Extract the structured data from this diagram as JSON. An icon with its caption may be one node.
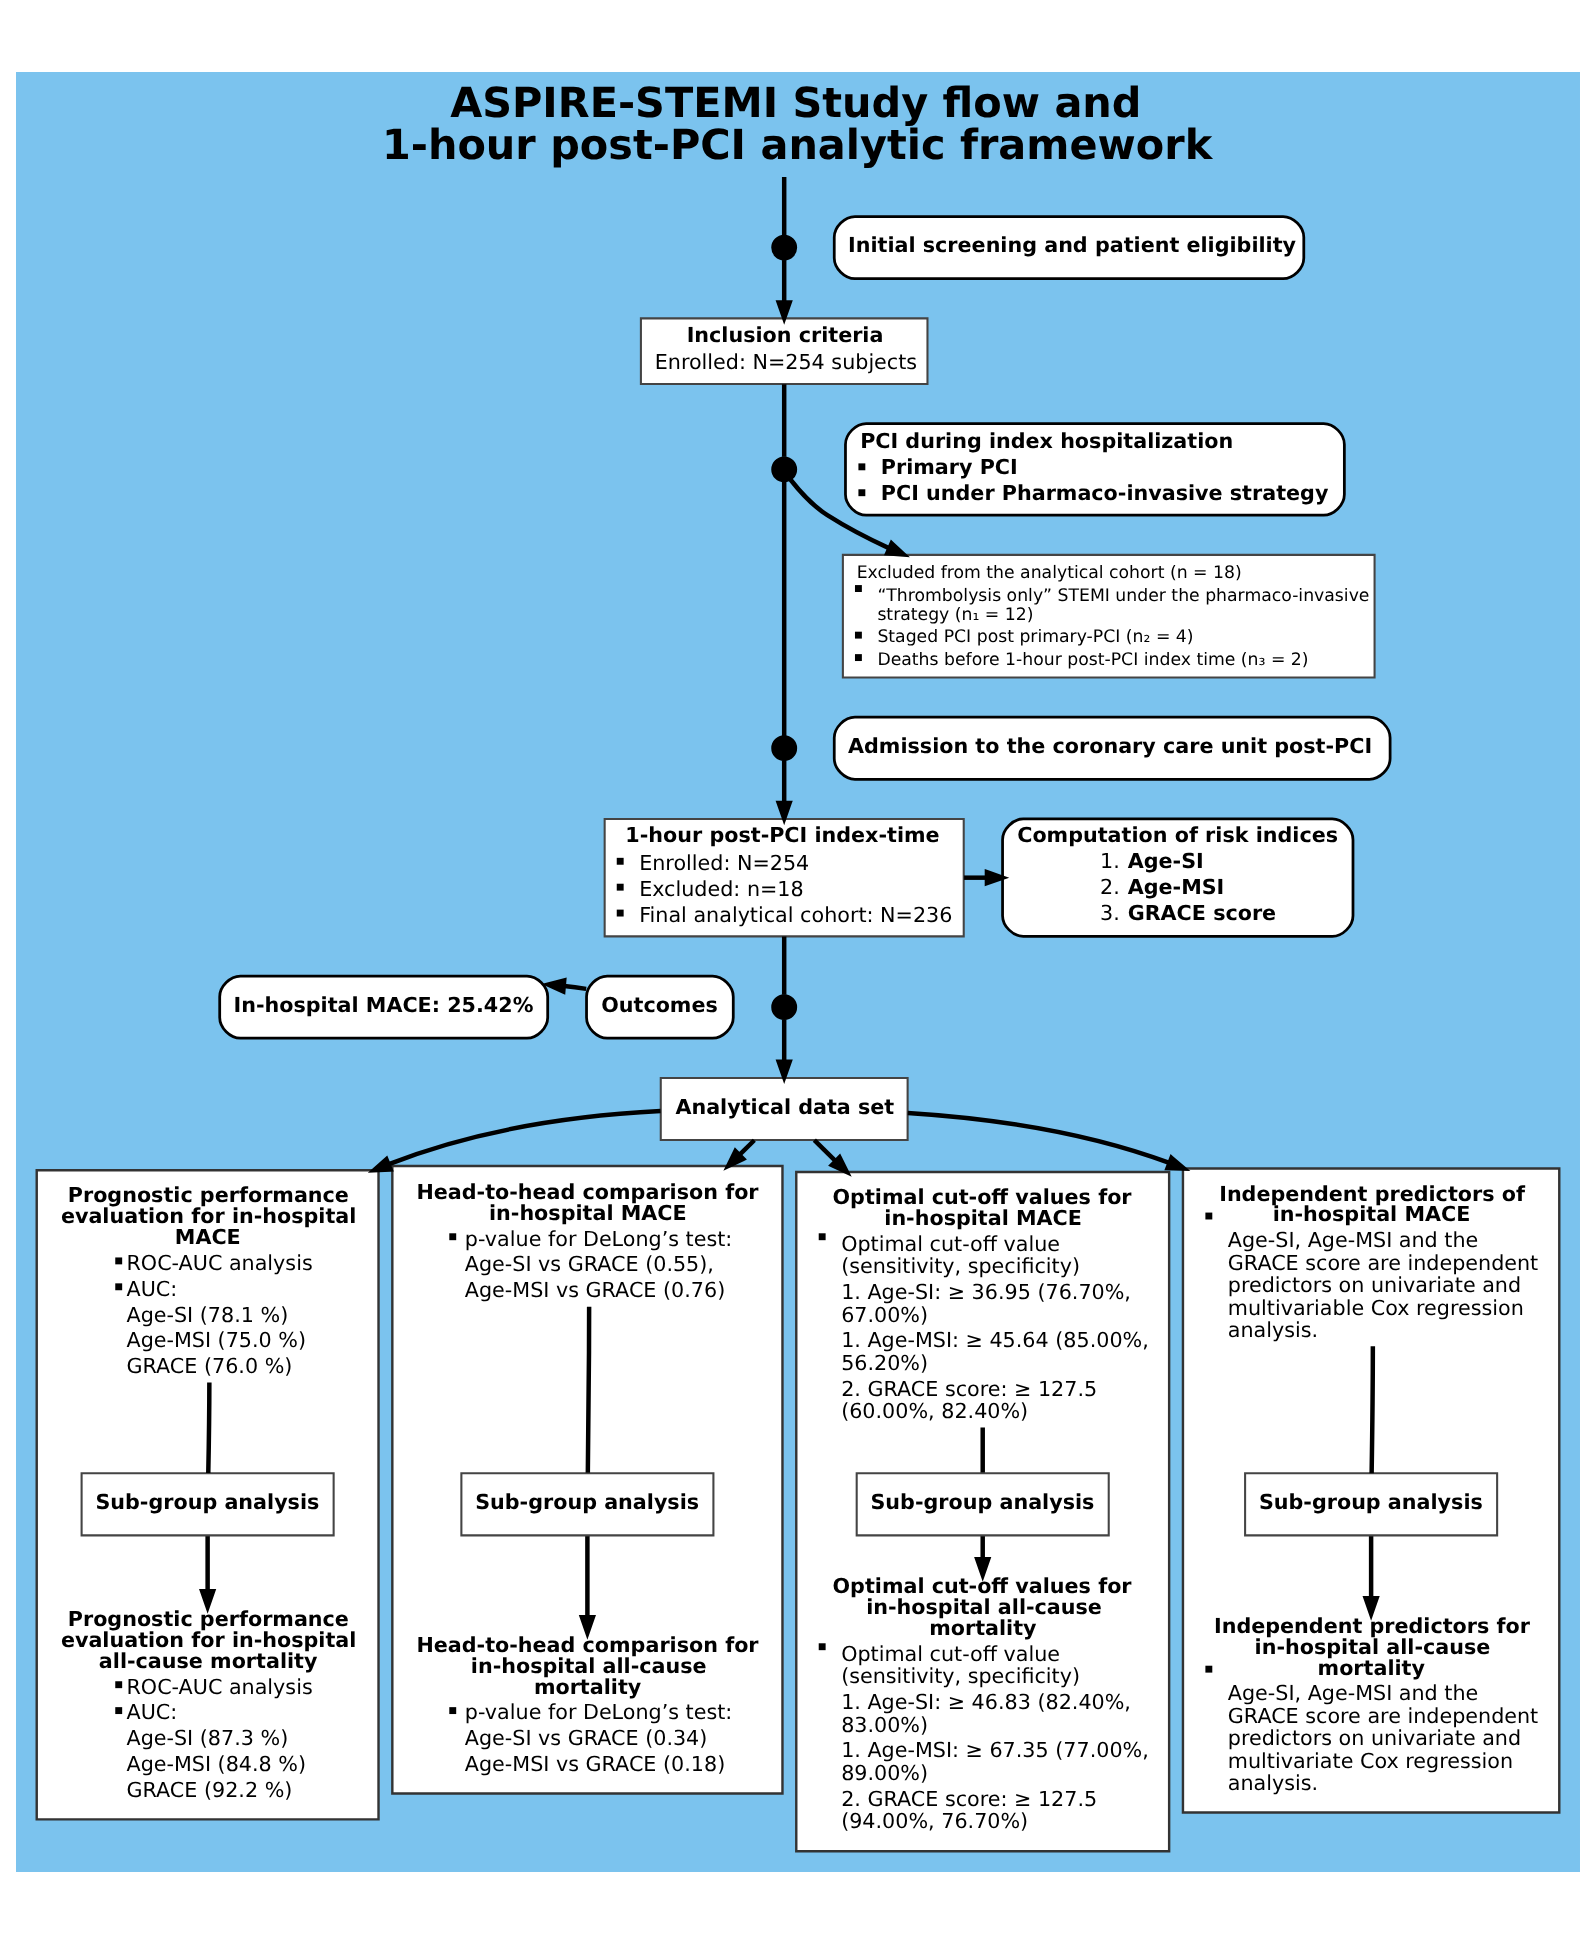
{
  "diagram": {
    "title": "ASPIRE-STEMI Study flow and 1-hour post-PCI analytic framework",
    "nodes": [
      {
        "text": [],
        "shape": "circle"
      },
      {
        "text": [
          "Initial screening and patient eligibility"
        ]
      },
      {
        "text": [
          "Inclusion criteria",
          "Enrolled: N=254 subjects"
        ]
      },
      {
        "text": [],
        "shape": "circle"
      },
      {
        "text": [
          "PCI during index hospitalization",
          "Primary PCI",
          "PCI under Pharmaco-invasive strategy"
        ]
      },
      {
        "text": [
          "Excluded from the analytical cohort (n = 18)",
          "“Thrombolysis only” STEMI under the pharmaco-invasive strategy (n₁ = 12)",
          "Staged PCI post primary-PCI (n₂ = 4)",
          "Deaths before 1-hour post-PCI index time (n₃ = 2)"
        ]
      },
      {
        "text": [],
        "shape": "circle"
      },
      {
        "text": [
          "Admission to the coronary care unit post-PCI"
        ]
      },
      {
        "text": [
          "1-hour post-PCI index-time",
          "Enrolled: N=254",
          "Excluded: n=18",
          "Final analytical cohort: N=236"
        ]
      },
      {
        "text": [
          "Computation of risk indices",
          "1. **Age-SI**",
          "2. **Age-MSI**",
          "3. **GRACE score**"
        ]
      },
      {
        "text": [
          "In-hospital MACE: 25.42%"
        ]
      },
      {
        "text": [
          "Outcomes"
        ]
      },
      {
        "text": [],
        "shape": "circle"
      },
      {
        "text": [
          "Analytical data set"
        ]
      },
      {
        "text": [],
        "shape": "box"
      },
      {
        "text": [
          "Prognostic performance evaluation for in-hospital MACE",
          "ROC-AUC analysis",
          "AUC:",
          "Age-SI (78.1 %)",
          "Age-MSI (75.0 %)",
          "GRACE (76.0 %)"
        ],
        "in": 14
      },
      {
        "text": [
          "Sub-group analysis"
        ],
        "in": 14
      },
      {
        "text": [
          "Prognostic performance evaluation for in-hospital all-cause mortality",
          "ROC-AUC analysis",
          "AUC:",
          "Age-SI (87.3 %)",
          "Age-MSI (84.8 %)",
          "GRACE (92.2 %)"
        ],
        "in": 14
      },
      {
        "text": [],
        "shape": "box"
      },
      {
        "text": [
          "Head-to-head comparison for in-hospital MACE",
          "p-value for DeLong’s test:",
          "Age-SI vs GRACE (0.55),",
          "Age-MSI vs GRACE (0.76)"
        ],
        "in": 18
      },
      {
        "text": [
          "Sub-group analysis"
        ],
        "in": 18
      },
      {
        "text": [
          "Head-to-head comparison for in-hospital all-cause mortality",
          "p-value for DeLong’s test:",
          "Age-SI vs GRACE (0.34)",
          "Age-MSI vs GRACE (0.18)"
        ],
        "in": 18
      },
      {
        "text": [],
        "shape": "box"
      },
      {
        "text": [
          "Optimal cut-off values for in-hospital MACE",
          "Optimal cut-off value (sensitivity, specificity)",
          "1. Age-SI: ≥ 36.95 (76.70%, 67.00%)",
          "1. Age-MSI: ≥ 45.64 (85.00%, 56.20%)",
          "2. GRACE score: ≥ 127.5 (60.00%, 82.40%)"
        ],
        "in": 22
      },
      {
        "text": [
          "Sub-group analysis"
        ],
        "in": 22
      },
      {
        "text": [
          "Optimal cut-off values for in-hospital all-cause mortality",
          "Optimal cut-off value (sensitivity, specificity)",
          "1. Age-SI: ≥ 46.83 (82.40%, 83.00%)",
          "1. Age-MSI: ≥ 67.35 (77.00%, 89.00%)",
          "2. GRACE score: ≥ 127.5 (94.00%, 76.70%)"
        ],
        "in": 22
      },
      {
        "text": [],
        "shape": "box"
      },
      {
        "text": [
          "Independent predictors of in-hospital MACE",
          "Age-SI, Age-MSI and the GRACE score are independent predictors on univariate and multivariable Cox regression analysis."
        ],
        "in": 26
      },
      {
        "text": [
          "Sub-group analysis"
        ],
        "in": 26
      },
      {
        "text": [
          "Independent predictors for in-hospital all-cause mortality",
          "Age-SI, Age-MSI and the GRACE score are independent predictors on univariate and multivariate Cox regression analysis."
        ],
        "in": 26
      }
    ],
    "edges": [
      {
        "from": null,
        "to": 0,
        "arrow": "none"
      },
      {
        "from": 0,
        "to": 2,
        "arrow": "to"
      },
      {
        "from": 2,
        "to": 3,
        "arrow": "none"
      },
      {
        "from": 3,
        "to": 5,
        "arrow": "to"
      },
      {
        "from": 3,
        "to": 6,
        "arrow": "none"
      },
      {
        "from": 6,
        "to": 8,
        "arrow": "to"
      },
      {
        "from": 8,
        "to": 9,
        "arrow": "to"
      },
      {
        "from": 8,
        "to": 12,
        "arrow": "none"
      },
      {
        "from": 11,
        "to": 10,
        "arrow": "to"
      },
      {
        "from": 12,
        "to": 13,
        "arrow": "to"
      },
      {
        "from": 13,
        "to": 14,
        "arrow": "to"
      },
      {
        "from": 13,
        "to": 18,
        "arrow": "to"
      },
      {
        "from": 13,
        "to": 22,
        "arrow": "to"
      },
      {
        "from": 13,
        "to": 26,
        "arrow": "to"
      },
      {
        "from": 15,
        "to": 16,
        "arrow": "none"
      },
      {
        "from": 16,
        "to": 17,
        "arrow": "to"
      },
      {
        "from": 19,
        "to": 20,
        "arrow": "none"
      },
      {
        "from": 20,
        "to": 21,
        "arrow": "to"
      },
      {
        "from": 23,
        "to": 24,
        "arrow": "none"
      },
      {
        "from": 24,
        "to": 25,
        "arrow": "to"
      },
      {
        "from": 27,
        "to": 28,
        "arrow": "none"
      },
      {
        "from": 28,
        "to": 29,
        "arrow": "to"
      }
    ]
  }
}
